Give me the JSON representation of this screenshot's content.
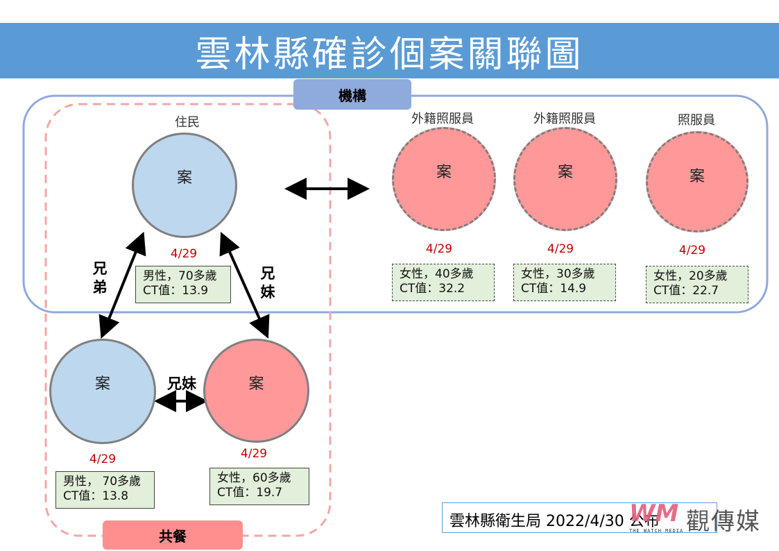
{
  "title": "雲林縣確診個案關聯圖",
  "groups": {
    "institution": "機構",
    "shared_meal": "共餐"
  },
  "nodes": [
    {
      "id": "resident",
      "role": "住民",
      "label": "案",
      "date": "4/29",
      "info1": "男性，70多歲",
      "info2": "CT值：13.9",
      "color": "#bdd7ee"
    },
    {
      "id": "brother",
      "role": "",
      "label": "案",
      "date": "4/29",
      "info1": "男性， 70多歲",
      "info2": "CT值：13.8",
      "color": "#bdd7ee"
    },
    {
      "id": "sister",
      "role": "",
      "label": "案",
      "date": "4/29",
      "info1": "女性，60多歲",
      "info2": "CT值：19.7",
      "color": "#ff9999"
    },
    {
      "id": "worker1",
      "role": "外籍照服員",
      "label": "案",
      "date": "4/29",
      "info1": "女性，40多歲",
      "info2": "CT值：32.2",
      "color": "#ff9999"
    },
    {
      "id": "worker2",
      "role": "外籍照服員",
      "label": "案",
      "date": "4/29",
      "info1": "女性，30多歲",
      "info2": "CT值：14.9",
      "color": "#ff9999"
    },
    {
      "id": "caregiver",
      "role": "照服員",
      "label": "案",
      "date": "4/29",
      "info1": "女性，20多歲",
      "info2": "CT值：22.7",
      "color": "#ff9999"
    }
  ],
  "relations": {
    "resident_brother": "兄弟",
    "resident_sister": "兄妹",
    "brother_sister": "兄妹"
  },
  "source": "雲林縣衛生局  2022/4/30 公布",
  "watermark": {
    "mark": "WM",
    "text": "觀傳媒",
    "sub": "THE WATCH MEDIA"
  }
}
